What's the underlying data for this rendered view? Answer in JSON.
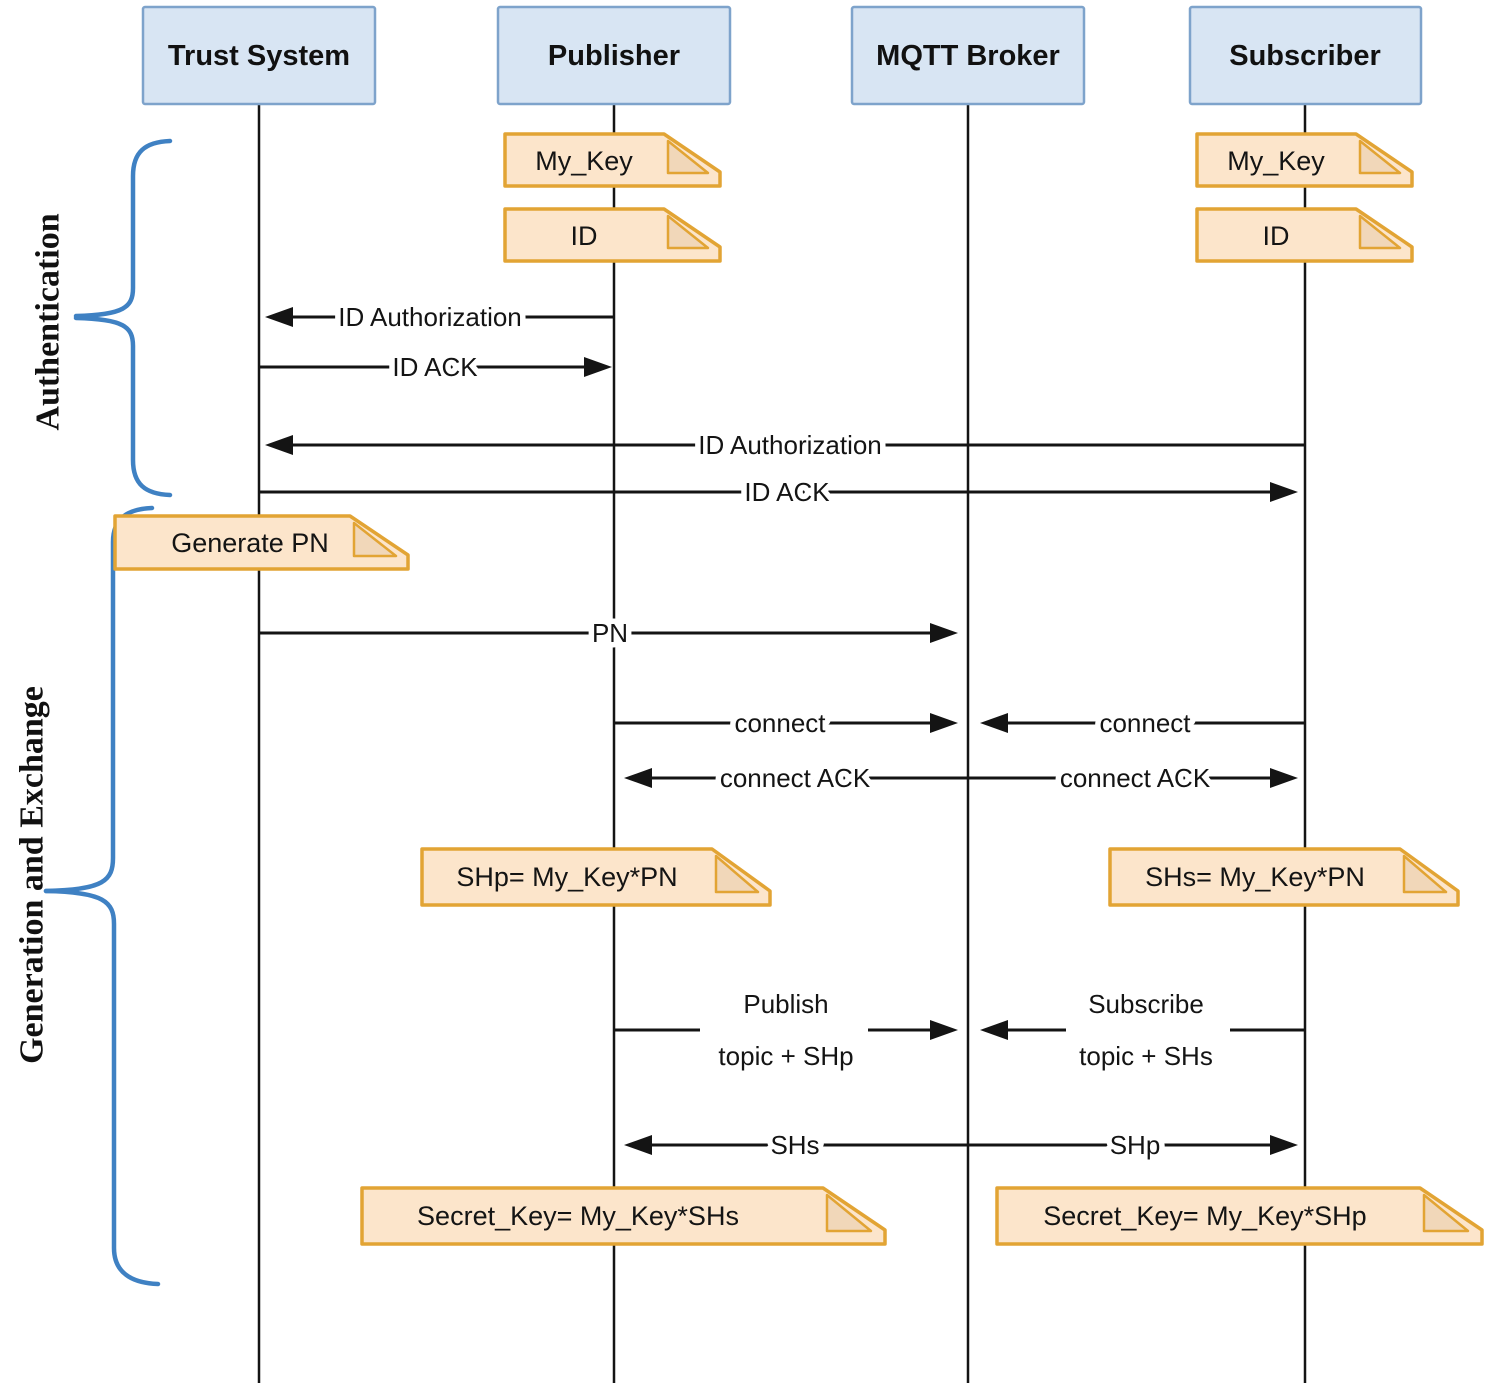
{
  "colors": {
    "actor_fill": "#d8e5f3",
    "actor_border": "#7ea3cb",
    "note_fill": "#fce5cb",
    "note_fold": "#f1d7b9",
    "note_border": "#e2a434",
    "brace": "#3f81c3",
    "line": "#141414"
  },
  "actors": [
    {
      "label": "Trust System"
    },
    {
      "label": "Publisher"
    },
    {
      "label": "MQTT Broker"
    },
    {
      "label": "Subscriber"
    }
  ],
  "sections": [
    {
      "label": "Authentication"
    },
    {
      "label": "Generation and Exchange"
    }
  ],
  "notes": [
    {
      "label": "My_Key",
      "actor": "Publisher"
    },
    {
      "label": "ID",
      "actor": "Publisher"
    },
    {
      "label": "My_Key",
      "actor": "Subscriber"
    },
    {
      "label": "ID",
      "actor": "Subscriber"
    },
    {
      "label": "Generate PN",
      "actor": "Trust System"
    },
    {
      "label": "SHp= My_Key*PN",
      "actor": "Publisher"
    },
    {
      "label": "SHs= My_Key*PN",
      "actor": "Subscriber"
    },
    {
      "label": "Secret_Key= My_Key*SHs",
      "actor": "Publisher"
    },
    {
      "label": "Secret_Key= My_Key*SHp",
      "actor": "Subscriber"
    }
  ],
  "messages": [
    {
      "label": "ID Authorization",
      "from": "Publisher",
      "to": "Trust System"
    },
    {
      "label": "ID ACK",
      "from": "Trust System",
      "to": "Publisher"
    },
    {
      "label": "ID Authorization",
      "from": "Subscriber",
      "to": "Trust System"
    },
    {
      "label": "ID ACK",
      "from": "Trust System",
      "to": "Subscriber"
    },
    {
      "label": "PN",
      "from": "Trust System",
      "to": "MQTT Broker"
    },
    {
      "label": "connect",
      "from": "Publisher",
      "to": "MQTT Broker"
    },
    {
      "label": "connect",
      "from": "Subscriber",
      "to": "MQTT Broker"
    },
    {
      "label": "connect ACK",
      "from": "MQTT Broker",
      "to": "Publisher"
    },
    {
      "label": "connect ACK",
      "from": "MQTT Broker",
      "to": "Subscriber"
    },
    {
      "label": "Publish",
      "label2": "topic + SHp",
      "from": "Publisher",
      "to": "MQTT Broker"
    },
    {
      "label": "Subscribe",
      "label2": "topic + SHs",
      "from": "Subscriber",
      "to": "MQTT Broker"
    },
    {
      "label": "SHs",
      "from": "MQTT Broker",
      "to": "Publisher"
    },
    {
      "label": "SHp",
      "from": "MQTT Broker",
      "to": "Subscriber"
    }
  ]
}
